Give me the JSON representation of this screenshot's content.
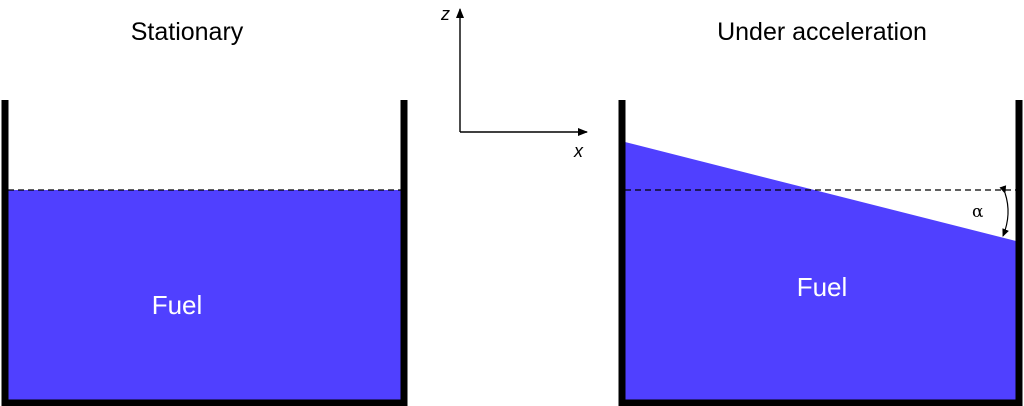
{
  "colors": {
    "fuel": "#5040ff",
    "wall": "#000000",
    "text": "#000000",
    "fuel_text": "#ffffff"
  },
  "left_panel": {
    "title": "Stationary",
    "fluid_label": "Fuel"
  },
  "right_panel": {
    "title": "Under acceleration",
    "fluid_label": "Fuel",
    "angle_label": "α"
  },
  "axes": {
    "z_label": "z",
    "x_label": "x"
  }
}
